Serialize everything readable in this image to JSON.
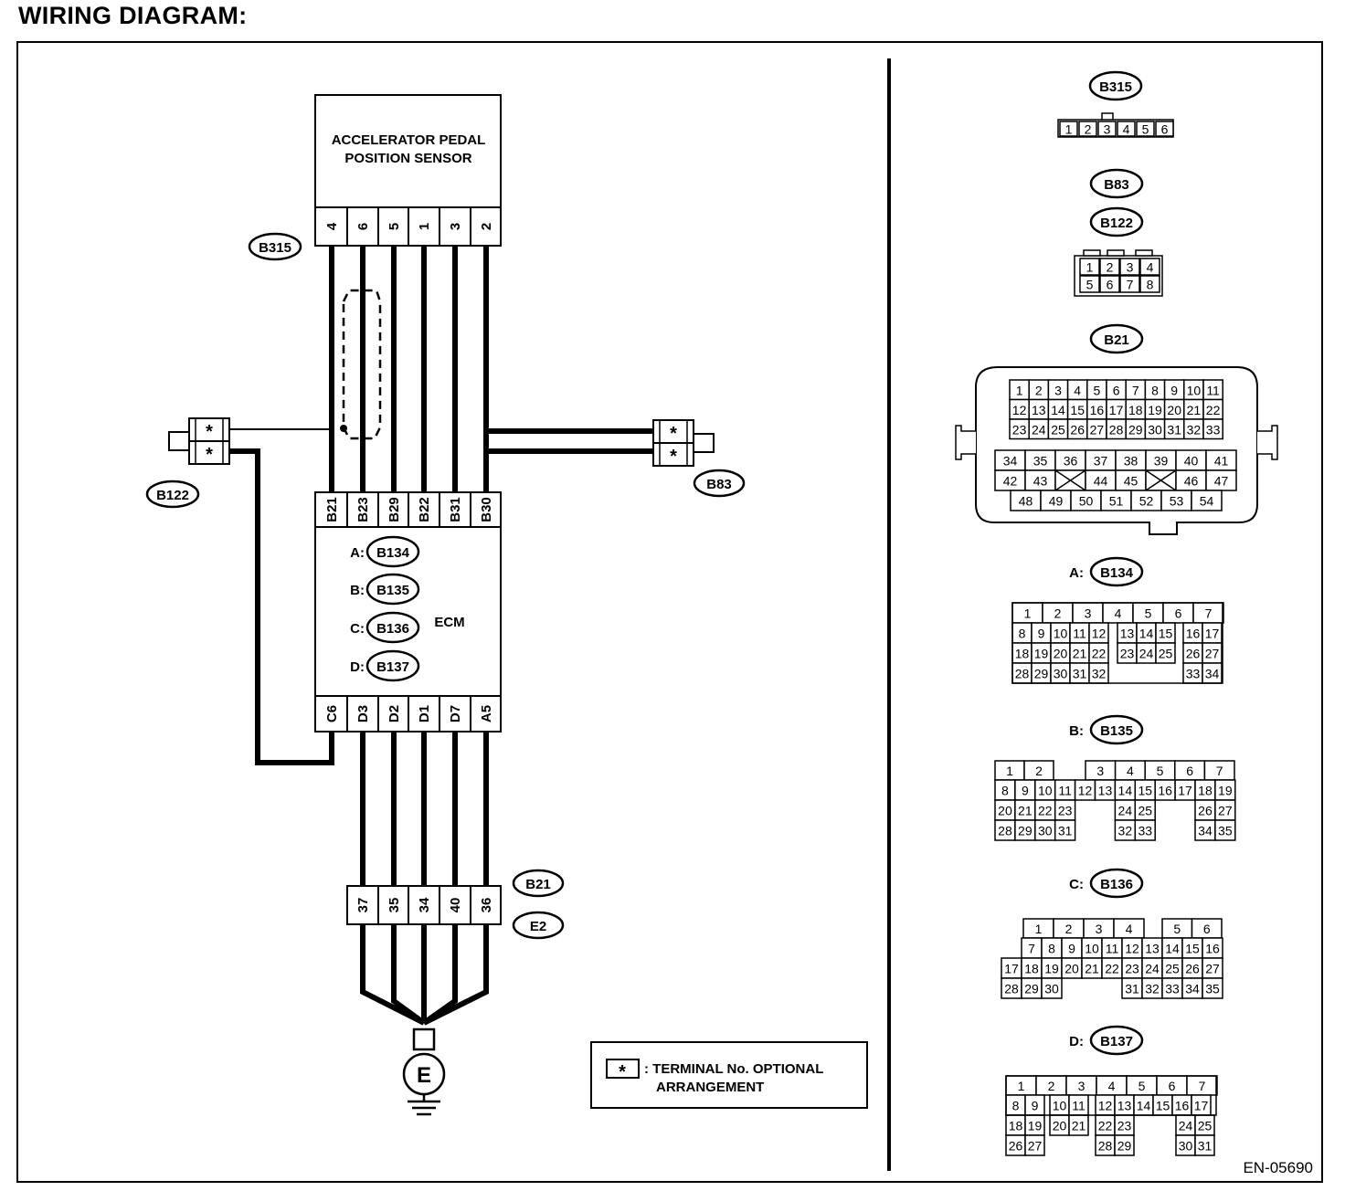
{
  "page_title": "WIRING DIAGRAM:",
  "sensor": {
    "label_line1": "ACCELERATOR PEDAL",
    "label_line2": "POSITION SENSOR",
    "connector": "B315",
    "pins": [
      "4",
      "6",
      "5",
      "1",
      "3",
      "2"
    ]
  },
  "ecm": {
    "label": "ECM",
    "top_pins": [
      "B21",
      "B23",
      "B29",
      "B22",
      "B31",
      "B30"
    ],
    "bottom_pins": [
      "C6",
      "D3",
      "D2",
      "D1",
      "D7",
      "A5"
    ],
    "connectors": [
      {
        "prefix": "A:",
        "id": "B134"
      },
      {
        "prefix": "B:",
        "id": "B135"
      },
      {
        "prefix": "C:",
        "id": "B136"
      },
      {
        "prefix": "D:",
        "id": "B137"
      }
    ]
  },
  "shield_connectors": {
    "left": "B122",
    "right": "B83",
    "pin_symbol": "*"
  },
  "joint": {
    "pins": [
      "37",
      "35",
      "34",
      "40",
      "36"
    ],
    "connector_upper": "B21",
    "connector_lower": "E2"
  },
  "ground": {
    "label": "E"
  },
  "legend": {
    "symbol": "*",
    "line1": ": TERMINAL No. OPTIONAL",
    "line2": "ARRANGEMENT"
  },
  "figure_code": "EN-05690",
  "connector_views": {
    "b315": {
      "id": "B315",
      "pins": [
        "1",
        "2",
        "3",
        "4",
        "5",
        "6"
      ]
    },
    "b83_b122": {
      "ids": [
        "B83",
        "B122"
      ],
      "rows": [
        [
          "1",
          "2",
          "3",
          "4"
        ],
        [
          "5",
          "6",
          "7",
          "8"
        ]
      ]
    },
    "b21": {
      "id": "B21",
      "upper_rows": [
        [
          "1",
          "2",
          "3",
          "4",
          "5",
          "6",
          "7",
          "8",
          "9",
          "10",
          "11"
        ],
        [
          "12",
          "13",
          "14",
          "15",
          "16",
          "17",
          "18",
          "19",
          "20",
          "21",
          "22"
        ],
        [
          "23",
          "24",
          "25",
          "26",
          "27",
          "28",
          "29",
          "30",
          "31",
          "32",
          "33"
        ]
      ],
      "lower_rows": [
        [
          "34",
          "35",
          "36",
          "37",
          "38",
          "39",
          "40",
          "41"
        ],
        [
          "42",
          "43",
          "",
          "44",
          "45",
          "",
          "46",
          "47"
        ],
        [
          "48",
          "49",
          "50",
          "51",
          "52",
          "53",
          "54"
        ]
      ]
    },
    "b134": {
      "prefix": "A:",
      "id": "B134",
      "rows": [
        [
          "1",
          "2",
          "3",
          "4",
          "5",
          "6",
          "7"
        ],
        [
          "8",
          "9",
          "10",
          "11",
          "12",
          "",
          "13",
          "14",
          "15",
          "",
          "16",
          "17"
        ],
        [
          "18",
          "19",
          "20",
          "21",
          "22",
          "",
          "23",
          "24",
          "25",
          "",
          "26",
          "27"
        ],
        [
          "28",
          "29",
          "30",
          "31",
          "32",
          "",
          "",
          "",
          "",
          "",
          "33",
          "34"
        ]
      ]
    },
    "b135": {
      "prefix": "B:",
      "id": "B135",
      "rows": [
        [
          "1",
          "2",
          "",
          "3",
          "4",
          "5",
          "6",
          "7"
        ],
        [
          "8",
          "9",
          "10",
          "11",
          "12",
          "13",
          "14",
          "15",
          "16",
          "17",
          "18",
          "19"
        ],
        [
          "20",
          "21",
          "22",
          "23",
          "",
          "",
          "24",
          "25",
          "",
          "",
          "26",
          "27"
        ],
        [
          "28",
          "29",
          "30",
          "31",
          "",
          "",
          "32",
          "33",
          "",
          "",
          "34",
          "35"
        ]
      ]
    },
    "b136": {
      "prefix": "C:",
      "id": "B136",
      "rows": [
        [
          "",
          "1",
          "2",
          "3",
          "4",
          "",
          "5",
          "6"
        ],
        [
          "",
          "7",
          "8",
          "9",
          "10",
          "11",
          "12",
          "13",
          "14",
          "15",
          "16"
        ],
        [
          "17",
          "18",
          "19",
          "20",
          "21",
          "22",
          "23",
          "24",
          "25",
          "26",
          "27"
        ],
        [
          "28",
          "29",
          "30",
          "",
          "",
          "",
          "31",
          "32",
          "33",
          "34",
          "35"
        ]
      ]
    },
    "b137": {
      "prefix": "D:",
      "id": "B137",
      "rows": [
        [
          "1",
          "2",
          "3",
          "4",
          "5",
          "6",
          "7"
        ],
        [
          "8",
          "9",
          "",
          "10",
          "11",
          "12",
          "13",
          "14",
          "15",
          "16",
          "17"
        ],
        [
          "18",
          "19",
          "",
          "20",
          "21",
          "22",
          "23",
          "",
          "",
          "24",
          "25"
        ],
        [
          "26",
          "27",
          "",
          "",
          "",
          "28",
          "29",
          "",
          "",
          "30",
          "31"
        ]
      ]
    }
  }
}
